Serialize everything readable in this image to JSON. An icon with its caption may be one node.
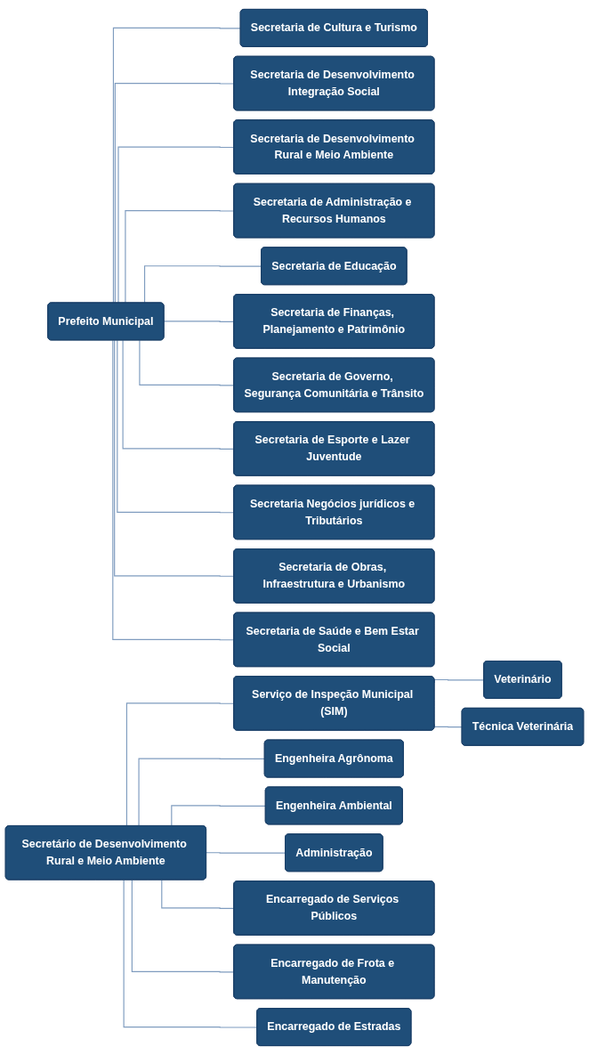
{
  "diagram": {
    "nodes": [
      {
        "text": [
          "Prefeito Municipal"
        ]
      },
      {
        "text": [
          "Secretaria de Cultura e Turismo"
        ]
      },
      {
        "text": [
          "Secretaria de Desenvolvimento Integração Social"
        ]
      },
      {
        "text": [
          "Secretaria de Desenvolvimento Rural e Meio Ambiente"
        ]
      },
      {
        "text": [
          "Secretaria de Administração e Recursos Humanos"
        ]
      },
      {
        "text": [
          "Secretaria de Educação"
        ]
      },
      {
        "text": [
          "Secretaria de Finanças, Planejamento e Patrimônio"
        ]
      },
      {
        "text": [
          "Secretaria de Governo, Segurança Comunitária e Trânsito"
        ]
      },
      {
        "text": [
          "Secretaria de Esporte e Lazer Juventude"
        ]
      },
      {
        "text": [
          "Secretaria Negócios jurídicos e Tributários"
        ]
      },
      {
        "text": [
          "Secretaria de Obras, Infraestrutura e Urbanismo"
        ]
      },
      {
        "text": [
          "Secretaria de Saúde e Bem Estar Social"
        ]
      },
      {
        "text": [
          "Secretário de Desenvolvimento Rural e Meio Ambiente"
        ]
      },
      {
        "text": [
          "Serviço de Inspeção Municipal (SIM)"
        ]
      },
      {
        "text": [
          "Veterinário"
        ]
      },
      {
        "text": [
          "Técnica Veterinária"
        ]
      },
      {
        "text": [
          "Engenheira Agrônoma"
        ]
      },
      {
        "text": [
          "Engenheira Ambiental"
        ]
      },
      {
        "text": [
          "Administração"
        ]
      },
      {
        "text": [
          "Encarregado de Serviços Públicos"
        ]
      },
      {
        "text": [
          "Encarregado de Frota e Manutenção"
        ]
      },
      {
        "text": [
          "Encarregado de Estradas"
        ]
      }
    ],
    "edges": [
      {
        "from": 0,
        "to": 1,
        "arrow": "none"
      },
      {
        "from": 0,
        "to": 2,
        "arrow": "none"
      },
      {
        "from": 0,
        "to": 3,
        "arrow": "none"
      },
      {
        "from": 0,
        "to": 4,
        "arrow": "none"
      },
      {
        "from": 0,
        "to": 5,
        "arrow": "none"
      },
      {
        "from": 0,
        "to": 6,
        "arrow": "none"
      },
      {
        "from": 0,
        "to": 7,
        "arrow": "none"
      },
      {
        "from": 0,
        "to": 8,
        "arrow": "none"
      },
      {
        "from": 0,
        "to": 9,
        "arrow": "none"
      },
      {
        "from": 0,
        "to": 10,
        "arrow": "none"
      },
      {
        "from": 0,
        "to": 11,
        "arrow": "none"
      },
      {
        "from": 12,
        "to": 13,
        "arrow": "none"
      },
      {
        "from": 13,
        "to": 14,
        "arrow": "none"
      },
      {
        "from": 13,
        "to": 15,
        "arrow": "none"
      },
      {
        "from": 12,
        "to": 16,
        "arrow": "none"
      },
      {
        "from": 12,
        "to": 17,
        "arrow": "none"
      },
      {
        "from": 12,
        "to": 18,
        "arrow": "none"
      },
      {
        "from": 12,
        "to": 19,
        "arrow": "none"
      },
      {
        "from": 12,
        "to": 20,
        "arrow": "none"
      },
      {
        "from": 12,
        "to": 21,
        "arrow": "none"
      }
    ]
  }
}
